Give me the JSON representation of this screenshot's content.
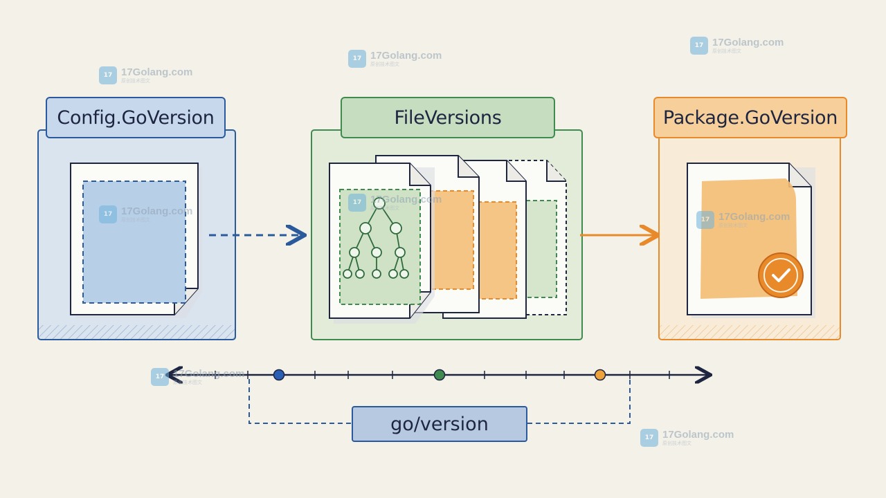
{
  "boxes": {
    "config": {
      "title": "Config.GoVersion"
    },
    "files": {
      "title": "FileVersions"
    },
    "package": {
      "title": "Package.GoVersion"
    }
  },
  "timeline": {
    "label": "go/version"
  },
  "watermark": {
    "text": "17Golang.com",
    "sub": "原创技术图文",
    "logo": "17"
  },
  "colors": {
    "blue": "#2a5a9c",
    "green": "#3f8a4e",
    "orange": "#e8892a",
    "ink": "#1d2540"
  }
}
